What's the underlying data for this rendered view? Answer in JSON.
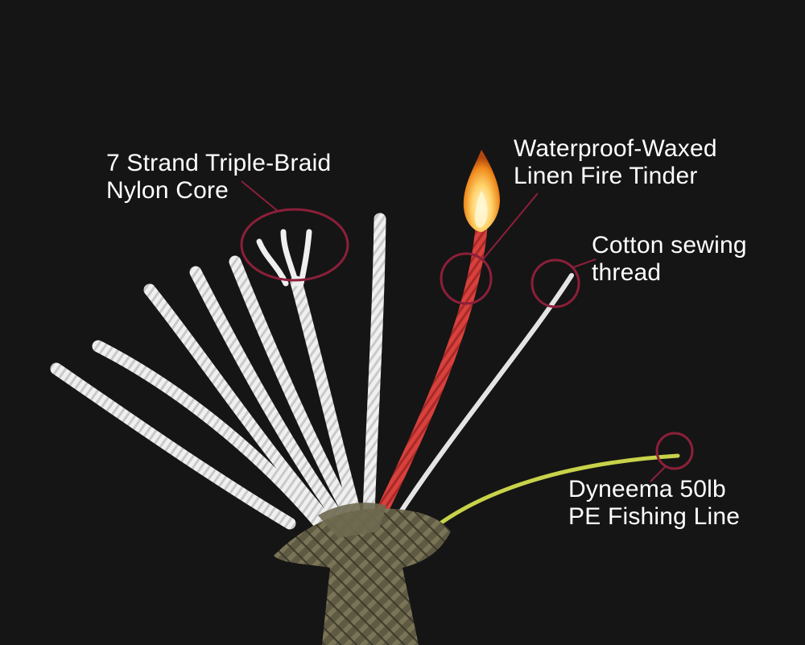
{
  "colors": {
    "background": "#151515",
    "nylon_strand": "#f2f2f2",
    "tinder_strand": "#d8413d",
    "cotton_thread": "#e6e6e6",
    "fishing_line": "#c8d24a",
    "callout_circle": "#8c1f3a",
    "sheath": "#5f5a42",
    "label_text": "#ffffff"
  },
  "labels": {
    "nylon_core": {
      "line1": "7 Strand Triple-Braid",
      "line2": "Nylon Core",
      "icon": "nylon-core-callout"
    },
    "tinder": {
      "line1": "Waterproof-Waxed",
      "line2": "Linen Fire Tinder",
      "icon": "flame-icon"
    },
    "cotton": {
      "line1": "Cotton sewing",
      "line2": "thread",
      "icon": "thread-callout"
    },
    "dyneema": {
      "line1": "Dyneema 50lb",
      "line2": "PE Fishing Line",
      "icon": "fishing-line-callout"
    }
  }
}
